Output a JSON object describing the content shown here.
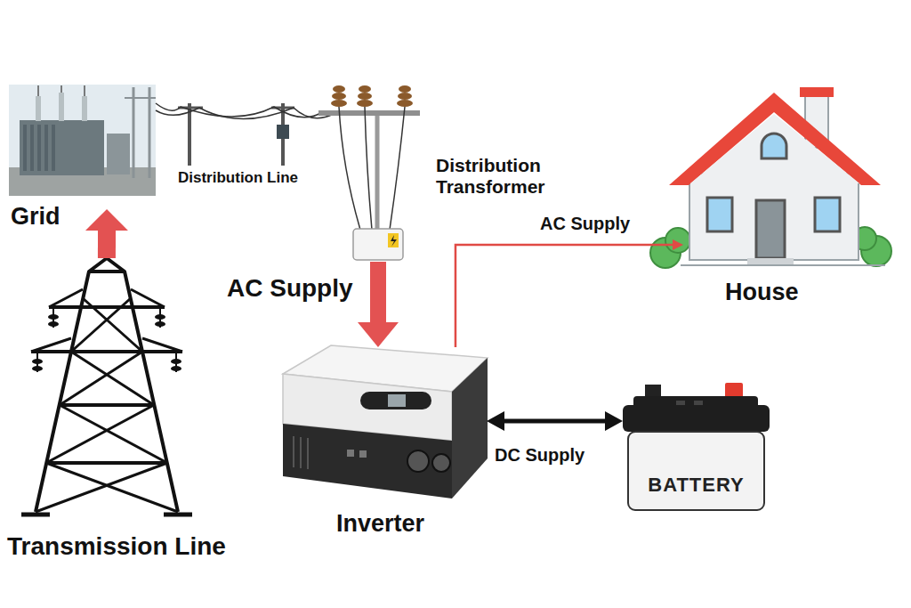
{
  "diagram": {
    "nodes": [
      {
        "text": [
          "Grid"
        ]
      },
      {
        "text": [
          "Distribution Transformer"
        ]
      },
      {
        "text": [
          "House"
        ]
      },
      {
        "text": [
          "Transmission Line"
        ]
      },
      {
        "text": [
          "Inverter"
        ]
      },
      {
        "text": [
          "BATTERY"
        ]
      }
    ],
    "edges": [
      {
        "from": 3,
        "to": 0,
        "arrow": "to"
      },
      {
        "from": 1,
        "to": 4,
        "label": "AC Supply",
        "arrow": "to"
      },
      {
        "from": 4,
        "to": 2,
        "label": "AC Supply",
        "arrow": "to"
      },
      {
        "from": 4,
        "to": 5,
        "label": "DC Supply",
        "arrow": "both"
      }
    ],
    "labels": [
      "Distribution Line"
    ]
  }
}
